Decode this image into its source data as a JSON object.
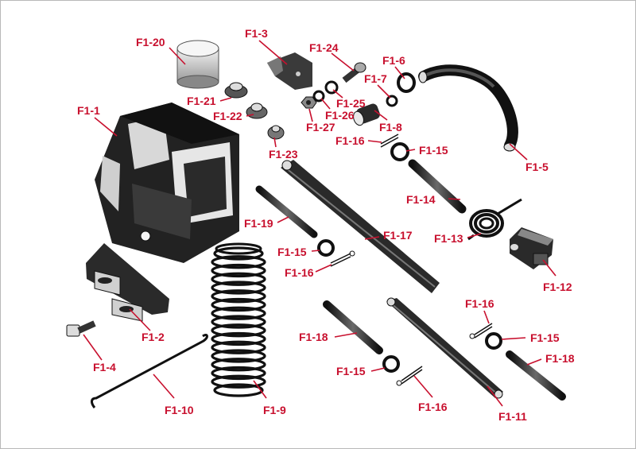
{
  "diagram": {
    "colors": {
      "label": "#c8102e",
      "leader": "#c8102e",
      "part_dark": "#1a1a1a",
      "part_mid": "#5a5a5a",
      "part_light": "#d9d9d9"
    },
    "labels": {
      "f1_1": "F1-1",
      "f1_2": "F1-2",
      "f1_3": "F1-3",
      "f1_4": "F1-4",
      "f1_5": "F1-5",
      "f1_6": "F1-6",
      "f1_7": "F1-7",
      "f1_8": "F1-8",
      "f1_9": "F1-9",
      "f1_10": "F1-10",
      "f1_11": "F1-11",
      "f1_12": "F1-12",
      "f1_13": "F1-13",
      "f1_14": "F1-14",
      "f1_15a": "F1-15",
      "f1_15b": "F1-15",
      "f1_15c": "F1-15",
      "f1_15d": "F1-15",
      "f1_16a": "F1-16",
      "f1_16b": "F1-16",
      "f1_16c": "F1-16",
      "f1_16d": "F1-16",
      "f1_17": "F1-17",
      "f1_18a": "F1-18",
      "f1_18b": "F1-18",
      "f1_19": "F1-19",
      "f1_20": "F1-20",
      "f1_21": "F1-21",
      "f1_22": "F1-22",
      "f1_23": "F1-23",
      "f1_24": "F1-24",
      "f1_25": "F1-25",
      "f1_26": "F1-26",
      "f1_27": "F1-27"
    }
  }
}
